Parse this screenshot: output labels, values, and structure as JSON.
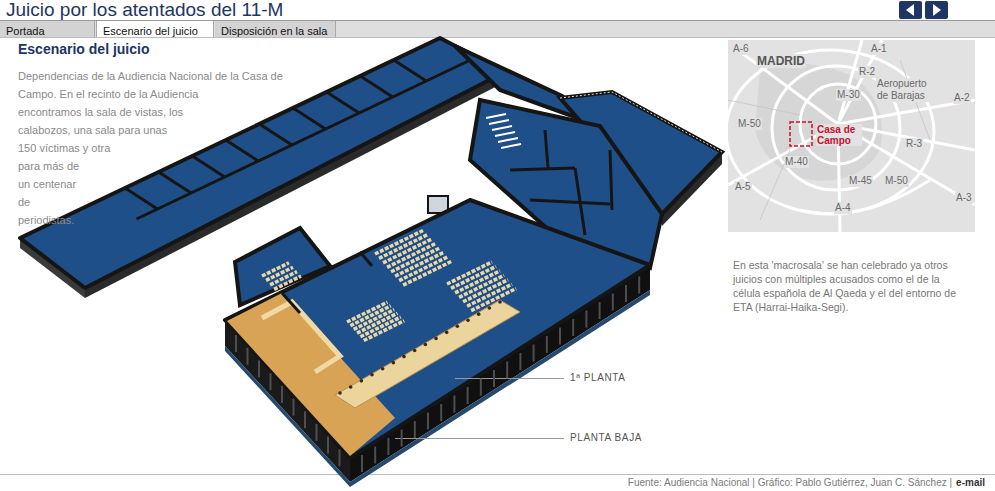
{
  "diagram": {
    "title": "Juicio por los atentados del 11-M",
    "nodes": [
      {
        "text": [
          "Portada"
        ]
      },
      {
        "text": [
          "Escenario del juicio"
        ]
      },
      {
        "text": [
          "Disposición en la sala"
        ]
      }
    ],
    "labels": [
      "Escenario del juicio",
      "Dependencias de la Audiencia Nacional de la Casa de Campo. En el recinto de la Audiencia encontramos la sala de vistas, los calabozos, una sala para unas 150 víctimas y otra para más de un centenar de periodistas.",
      "A-6",
      "A-1",
      "MADRID",
      "R-2",
      "M-30",
      "Aeropuerto de Barajas",
      "A-2",
      "M-50",
      "Casa de Campo",
      "R-3",
      "M-40",
      "A-5",
      "M-45",
      "M-50",
      "A-4",
      "A-3",
      "En esta 'macrosala' se han celebrado ya otros juicios con múltiples acusados como el de la célula española de Al Qaeda y el del entorno de ETA (Harrai-Haika-Segi).",
      "1ª PLANTA",
      "PLANTA BAJA",
      "Fuente: Audiencia Nacional | Gráfico: Pablo Gutiérrez, Juan C. Sánchez |",
      "e-mail"
    ]
  }
}
